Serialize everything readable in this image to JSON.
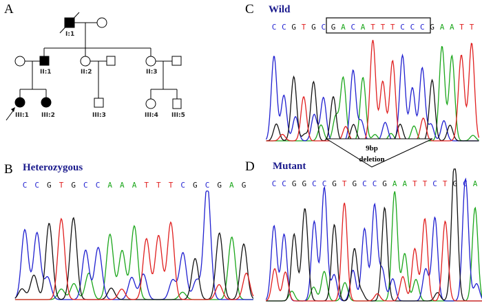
{
  "panels": {
    "a": {
      "letter": "A",
      "pedigree": [
        {
          "id": "I:1",
          "label": "I:1",
          "sex": "male",
          "affected": true,
          "deceased": true
        },
        {
          "id": "I:1-spouse",
          "label": "",
          "sex": "female",
          "affected": false
        },
        {
          "id": "II:1-spouse",
          "label": "",
          "sex": "female",
          "affected": false
        },
        {
          "id": "II:1",
          "label": "II:1",
          "sex": "male",
          "affected": true
        },
        {
          "id": "II:2",
          "label": "II:2",
          "sex": "female",
          "affected": false
        },
        {
          "id": "II:2-spouse",
          "label": "",
          "sex": "male",
          "affected": false
        },
        {
          "id": "II:3",
          "label": "II:3",
          "sex": "female",
          "affected": false
        },
        {
          "id": "II:3-spouse",
          "label": "",
          "sex": "male",
          "affected": false
        },
        {
          "id": "III:1",
          "label": "III:1",
          "sex": "female",
          "affected": true,
          "proband": true
        },
        {
          "id": "III:2",
          "label": "III:2",
          "sex": "female",
          "affected": true
        },
        {
          "id": "III:3",
          "label": "III:3",
          "sex": "male",
          "affected": false
        },
        {
          "id": "III:4",
          "label": "III:4",
          "sex": "female",
          "affected": false
        },
        {
          "id": "III:5",
          "label": "III:5",
          "sex": "male",
          "affected": false
        }
      ]
    },
    "b": {
      "letter": "B",
      "title": "Heterozygous",
      "sequence": "CCGTGCCAAATTTCGCGAG"
    },
    "c": {
      "letter": "C",
      "title": "Wild",
      "sequence": "CCGTGCGACATTTCCCGAATT",
      "boxed": "GACATTTCC"
    },
    "d": {
      "letter": "D",
      "title": "Mutant",
      "sequence": "CCGGCCGTGCCGAATTCTGCA"
    },
    "deletion": {
      "line1": "9bp",
      "line2": "deletion"
    }
  },
  "colors": {
    "A": "#1aa61a",
    "C": "#1f1fd0",
    "G": "#111111",
    "T": "#e01e1e"
  }
}
